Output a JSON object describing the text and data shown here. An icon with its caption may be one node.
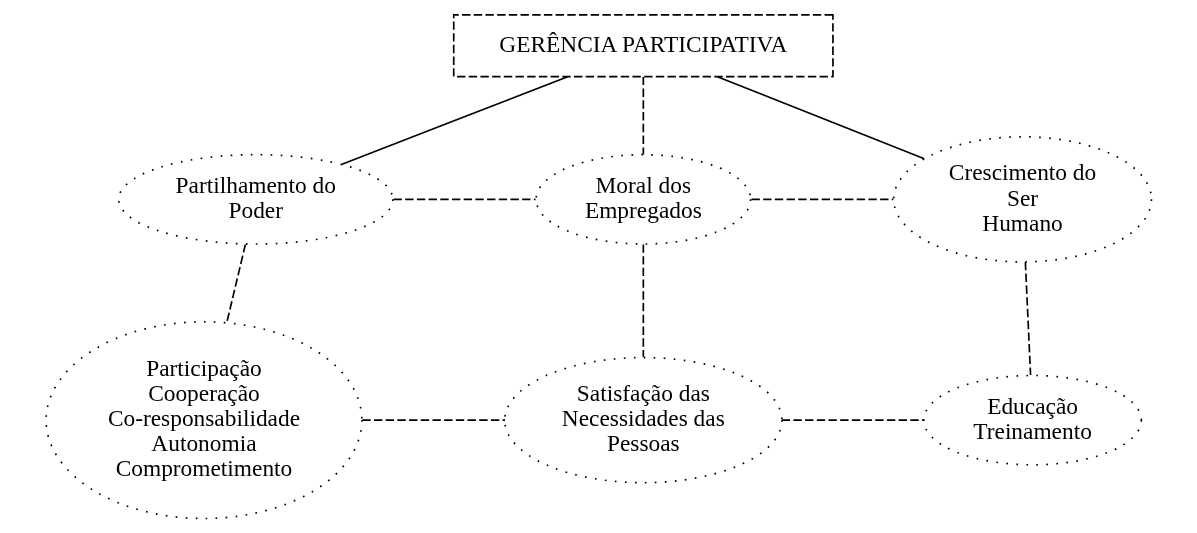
{
  "diagram": {
    "nodes": [
      {
        "text": [
          "GERÊNCIA PARTICIPATIVA"
        ]
      },
      {
        "text": [
          "Partilhamento do Poder"
        ]
      },
      {
        "text": [
          "Moral dos Empregados"
        ]
      },
      {
        "text": [
          "Crescimento do Ser Humano"
        ]
      },
      {
        "text": [
          "Participação",
          "Cooperação",
          "Co-responsabilidade",
          "Autonomia",
          "Comprometimento"
        ]
      },
      {
        "text": [
          "Satisfação das Necessidades das Pessoas"
        ]
      },
      {
        "text": [
          "Educação",
          "Treinamento"
        ]
      }
    ],
    "edges": [
      {
        "from": 0,
        "to": 1,
        "arrow": "none"
      },
      {
        "from": 0,
        "to": 2,
        "arrow": "none",
        "style": "dashed"
      },
      {
        "from": 0,
        "to": 3,
        "arrow": "none"
      },
      {
        "from": 1,
        "to": 2,
        "arrow": "none",
        "style": "dashed"
      },
      {
        "from": 2,
        "to": 3,
        "arrow": "none",
        "style": "dashed"
      },
      {
        "from": 1,
        "to": 4,
        "arrow": "none",
        "style": "dashed"
      },
      {
        "from": 2,
        "to": 5,
        "arrow": "none",
        "style": "dashed"
      },
      {
        "from": 3,
        "to": 6,
        "arrow": "none",
        "style": "dashed"
      },
      {
        "from": 4,
        "to": 5,
        "arrow": "none",
        "style": "dashed"
      },
      {
        "from": 5,
        "to": 6,
        "arrow": "none",
        "style": "dashed"
      }
    ]
  }
}
